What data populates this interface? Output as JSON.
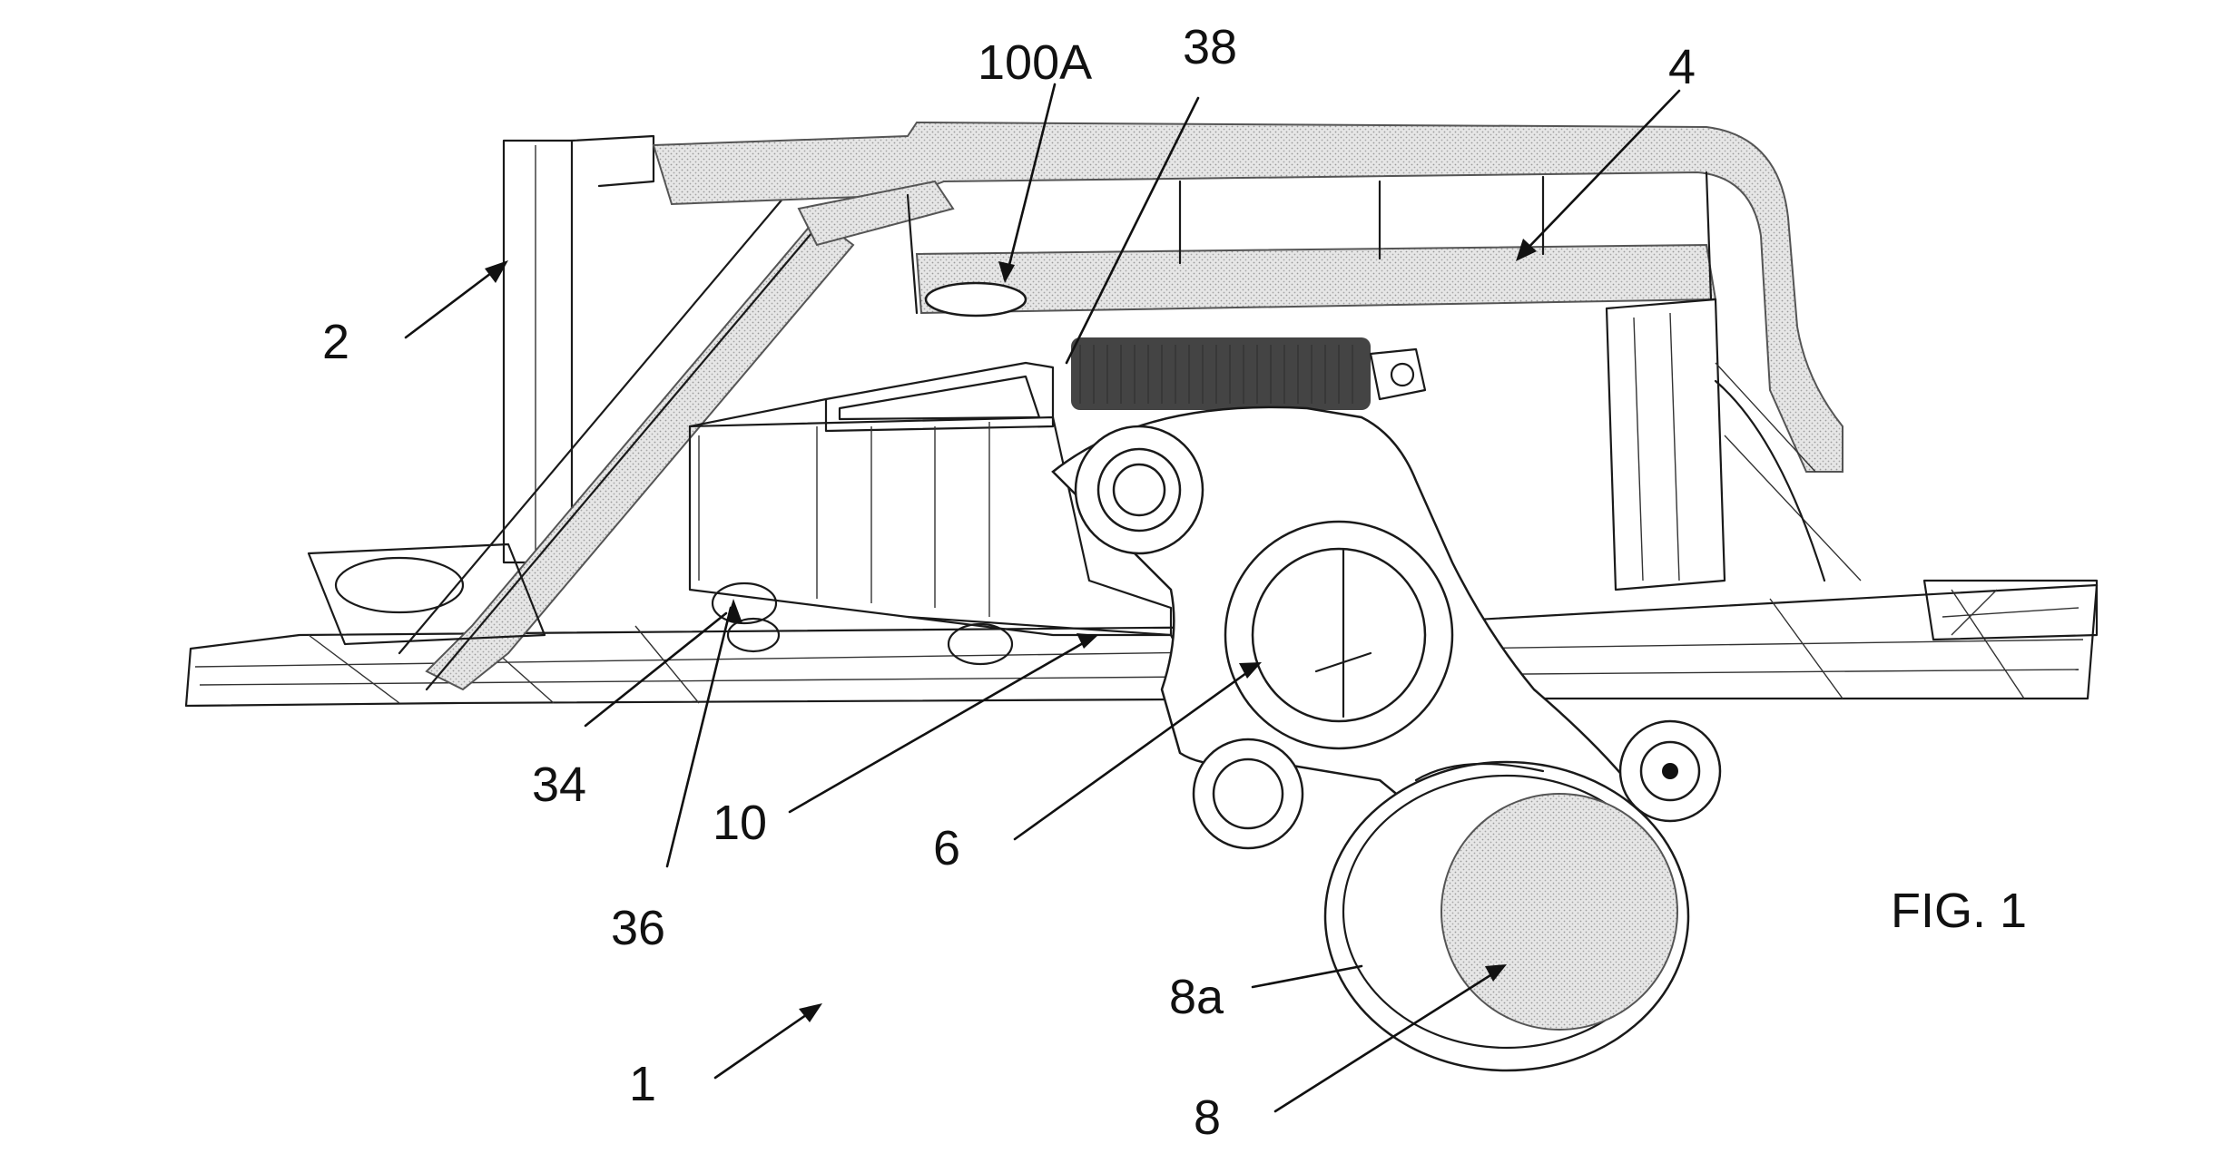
{
  "figure": {
    "caption": "FIG. 1"
  },
  "labels": {
    "ref_1": "1",
    "ref_2": "2",
    "ref_4": "4",
    "ref_6": "6",
    "ref_8": "8",
    "ref_8a": "8a",
    "ref_10": "10",
    "ref_34": "34",
    "ref_36": "36",
    "ref_38": "38",
    "ref_100A": "100A"
  }
}
